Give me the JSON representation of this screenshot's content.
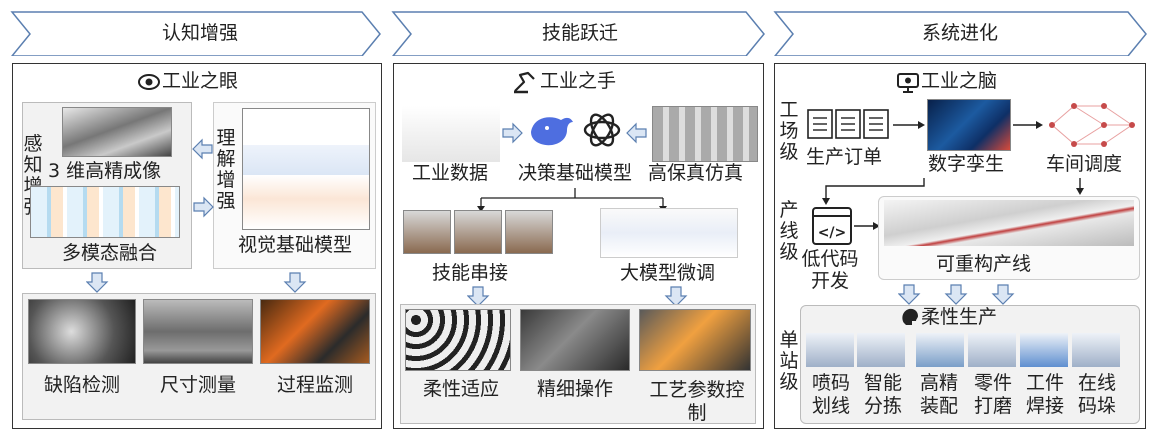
{
  "header": {
    "cognitive": "认知增强",
    "skill": "技能跃迁",
    "system": "系统进化"
  },
  "eye": {
    "title": "工业之眼",
    "side_left": "感知增强",
    "side_right": "理解增强",
    "imaging": "3 维高精成像",
    "fusion": "多模态融合",
    "vision_model": "视觉基础模型",
    "defect": "缺陷检测",
    "measure": "尺寸测量",
    "monitor": "过程监测"
  },
  "hand": {
    "title": "工业之手",
    "data": "工业数据",
    "decision": "决策基础模型",
    "simulation": "高保真仿真",
    "skill_chain": "技能串接",
    "finetune": "大模型微调",
    "flexible": "柔性适应",
    "fine_op": "精细操作",
    "process_ctrl": "工艺参数控制"
  },
  "brain": {
    "title": "工业之脑",
    "factory_level": "工场级",
    "line_level": "产线级",
    "station_level": "单站级",
    "order": "生产订单",
    "twin": "数字孪生",
    "workshop": "车间调度",
    "lowcode": "低代码开发",
    "reconfig": "可重构产线",
    "flex_prod": "柔性生产",
    "stations": [
      "喷码划线",
      "智能分拣",
      "高精装配",
      "零件打磨",
      "工件焊接",
      "在线码垛"
    ]
  },
  "colors": {
    "arrow_fill": "#dbe6f4",
    "arrow_stroke": "#5b7fb0",
    "header_stroke": "#5b7fb0"
  }
}
